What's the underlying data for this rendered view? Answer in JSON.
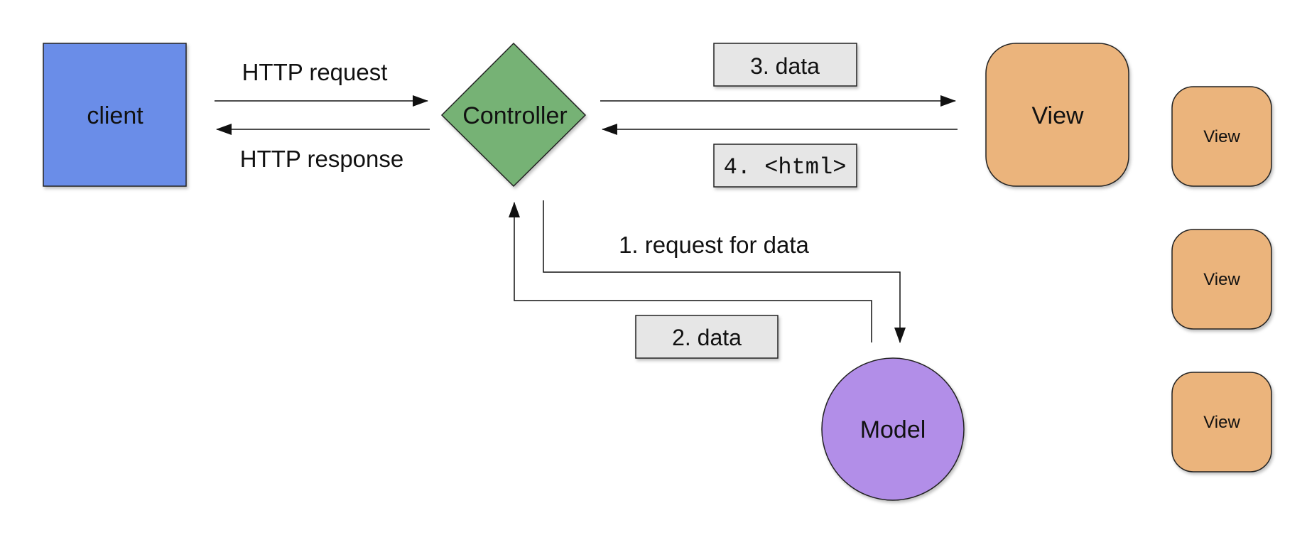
{
  "nodes": {
    "client": {
      "label": "client",
      "color": "#6b8de8"
    },
    "controller": {
      "label": "Controller",
      "color": "#76b274"
    },
    "view_main": {
      "label": "View",
      "color": "#ebb47c"
    },
    "view_small": [
      {
        "label": "View",
        "color": "#ebb47c"
      },
      {
        "label": "View",
        "color": "#ebb47c"
      },
      {
        "label": "View",
        "color": "#ebb47c"
      }
    ],
    "model": {
      "label": "Model",
      "color": "#b28ee8"
    }
  },
  "edges": {
    "http_request": "HTTP request",
    "http_response": "HTTP response",
    "request_for_data": "1. request for data",
    "data_to_controller": "2. data",
    "data_to_view": "3. data",
    "html_to_controller": "4. <html>"
  },
  "label_box_color": "#e6e6e6"
}
